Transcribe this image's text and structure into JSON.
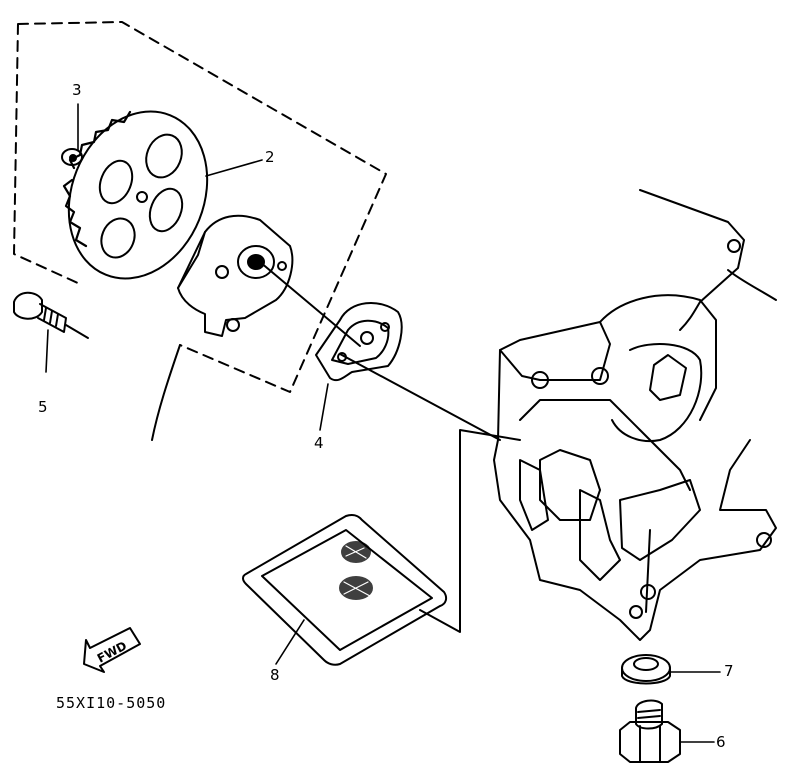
{
  "diagram": {
    "callouts": [
      {
        "id": "c1",
        "label": "3",
        "part": "circlip"
      },
      {
        "id": "c2",
        "label": "2",
        "part": "oil-pump-driven-gear"
      },
      {
        "id": "c3",
        "label": "5",
        "part": "bolt"
      },
      {
        "id": "c4",
        "label": "4",
        "part": "oil-pump-gasket"
      },
      {
        "id": "c5",
        "label": "8",
        "part": "oil-strainer"
      },
      {
        "id": "c6",
        "label": "7",
        "part": "drain-plug-washer"
      },
      {
        "id": "c7",
        "label": "6",
        "part": "drain-plug"
      }
    ],
    "fwd_label": "FWD",
    "figure_code": "55XI10-5050"
  },
  "colors": {
    "ink": "#000000",
    "paper": "#ffffff"
  }
}
